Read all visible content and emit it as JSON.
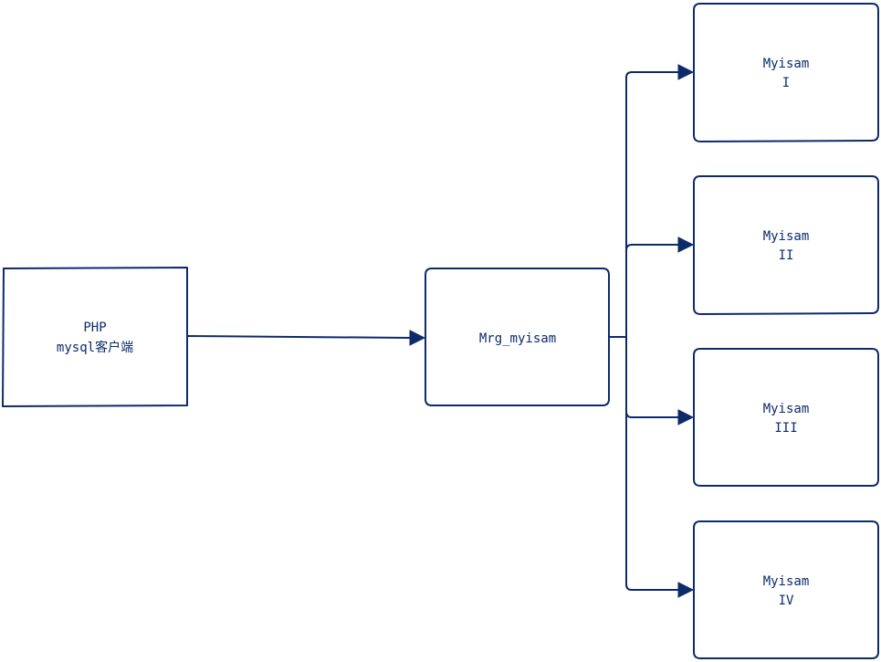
{
  "colors": {
    "stroke": "#0d2b6b",
    "text": "#0d2b6b",
    "background": "#ffffff"
  },
  "nodes": {
    "client": {
      "line1": "PHP",
      "line2": "mysql客户端"
    },
    "merge": {
      "line1": "Mrg_myisam"
    },
    "table1": {
      "line1": "Myisam",
      "line2": "I"
    },
    "table2": {
      "line1": "Myisam",
      "line2": "II"
    },
    "table3": {
      "line1": "Myisam",
      "line2": "III"
    },
    "table4": {
      "line1": "Myisam",
      "line2": "IV"
    }
  },
  "edges": [
    {
      "from": "client",
      "to": "merge"
    },
    {
      "from": "merge",
      "to": "table1"
    },
    {
      "from": "merge",
      "to": "table2"
    },
    {
      "from": "merge",
      "to": "table3"
    },
    {
      "from": "merge",
      "to": "table4"
    }
  ]
}
